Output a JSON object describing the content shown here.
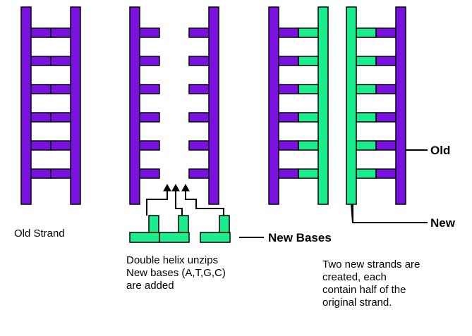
{
  "colors": {
    "old_strand": "#7a11e0",
    "new_strand": "#1aee8c",
    "outline": "#000000",
    "background": "#ffffff"
  },
  "captions": {
    "old_strand": "Old Strand",
    "unzip_line1": "Double helix unzips",
    "unzip_line2": "New bases (A,T,G,C)",
    "unzip_line3": "are added",
    "result_line1": "Two new strands are",
    "result_line2": "created, each",
    "result_line3": "contain half of the",
    "result_line4": "original strand."
  },
  "labels": {
    "new_bases": "New Bases",
    "old": "Old",
    "new": "New"
  }
}
